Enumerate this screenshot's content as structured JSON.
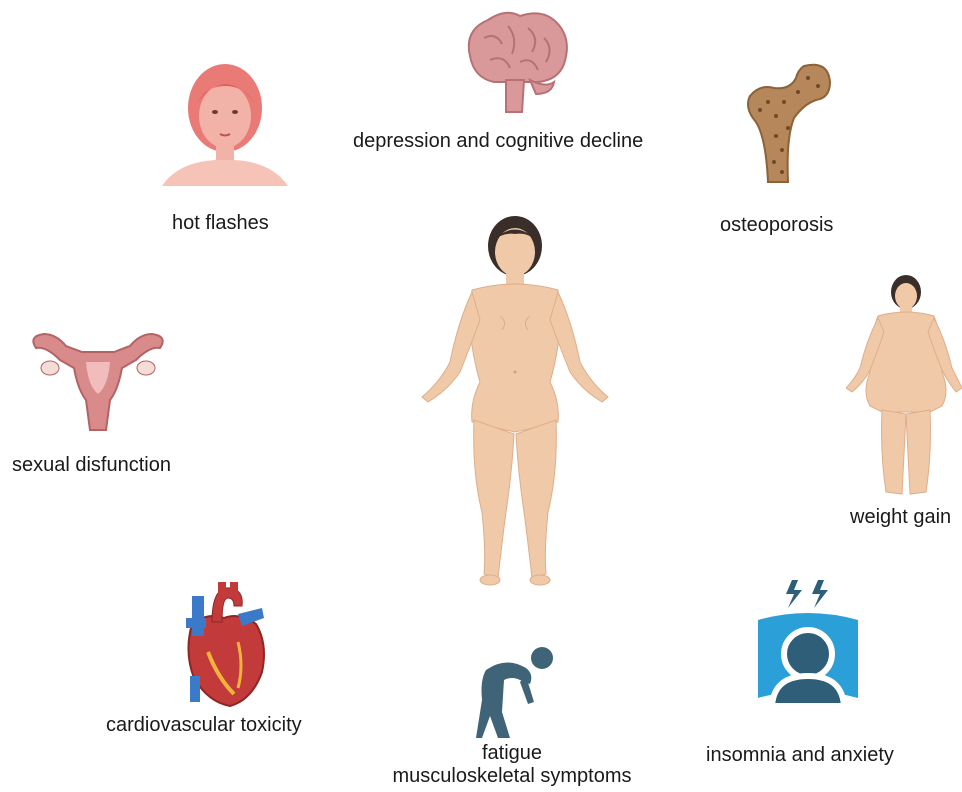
{
  "labels": {
    "hot_flashes": "hot flashes",
    "depression": "depression and cognitive decline",
    "osteoporosis": "osteoporosis",
    "sexual_dysfunction": "sexual disfunction",
    "weight_gain": "weight gain",
    "cardiovascular": "cardiovascular toxicity",
    "fatigue_line1": "fatigue",
    "fatigue_line2": "musculoskeletal symptoms",
    "insomnia": "insomnia and anxiety"
  },
  "icons": {
    "hot_flashes": "flushed-woman-icon",
    "depression": "brain-icon",
    "osteoporosis": "femur-bone-icon",
    "sexual_dysfunction": "uterus-icon",
    "center": "female-body-icon",
    "weight_gain": "overweight-woman-icon",
    "cardiovascular": "heart-icon",
    "fatigue": "tired-person-icon",
    "insomnia": "insomnia-icon"
  },
  "colors": {
    "skin": "#efc9a8",
    "skin_shade": "#dfae8a",
    "hair": "#3a2e2a",
    "flush": "#e97a76",
    "brain": "#d9989a",
    "bone": "#b5875a",
    "uterus": "#d98b8b",
    "heart_red": "#c23a3a",
    "vessel_blue": "#3b79c9",
    "fatigue": "#3f6478",
    "insomnia": "#2b9fd8"
  }
}
